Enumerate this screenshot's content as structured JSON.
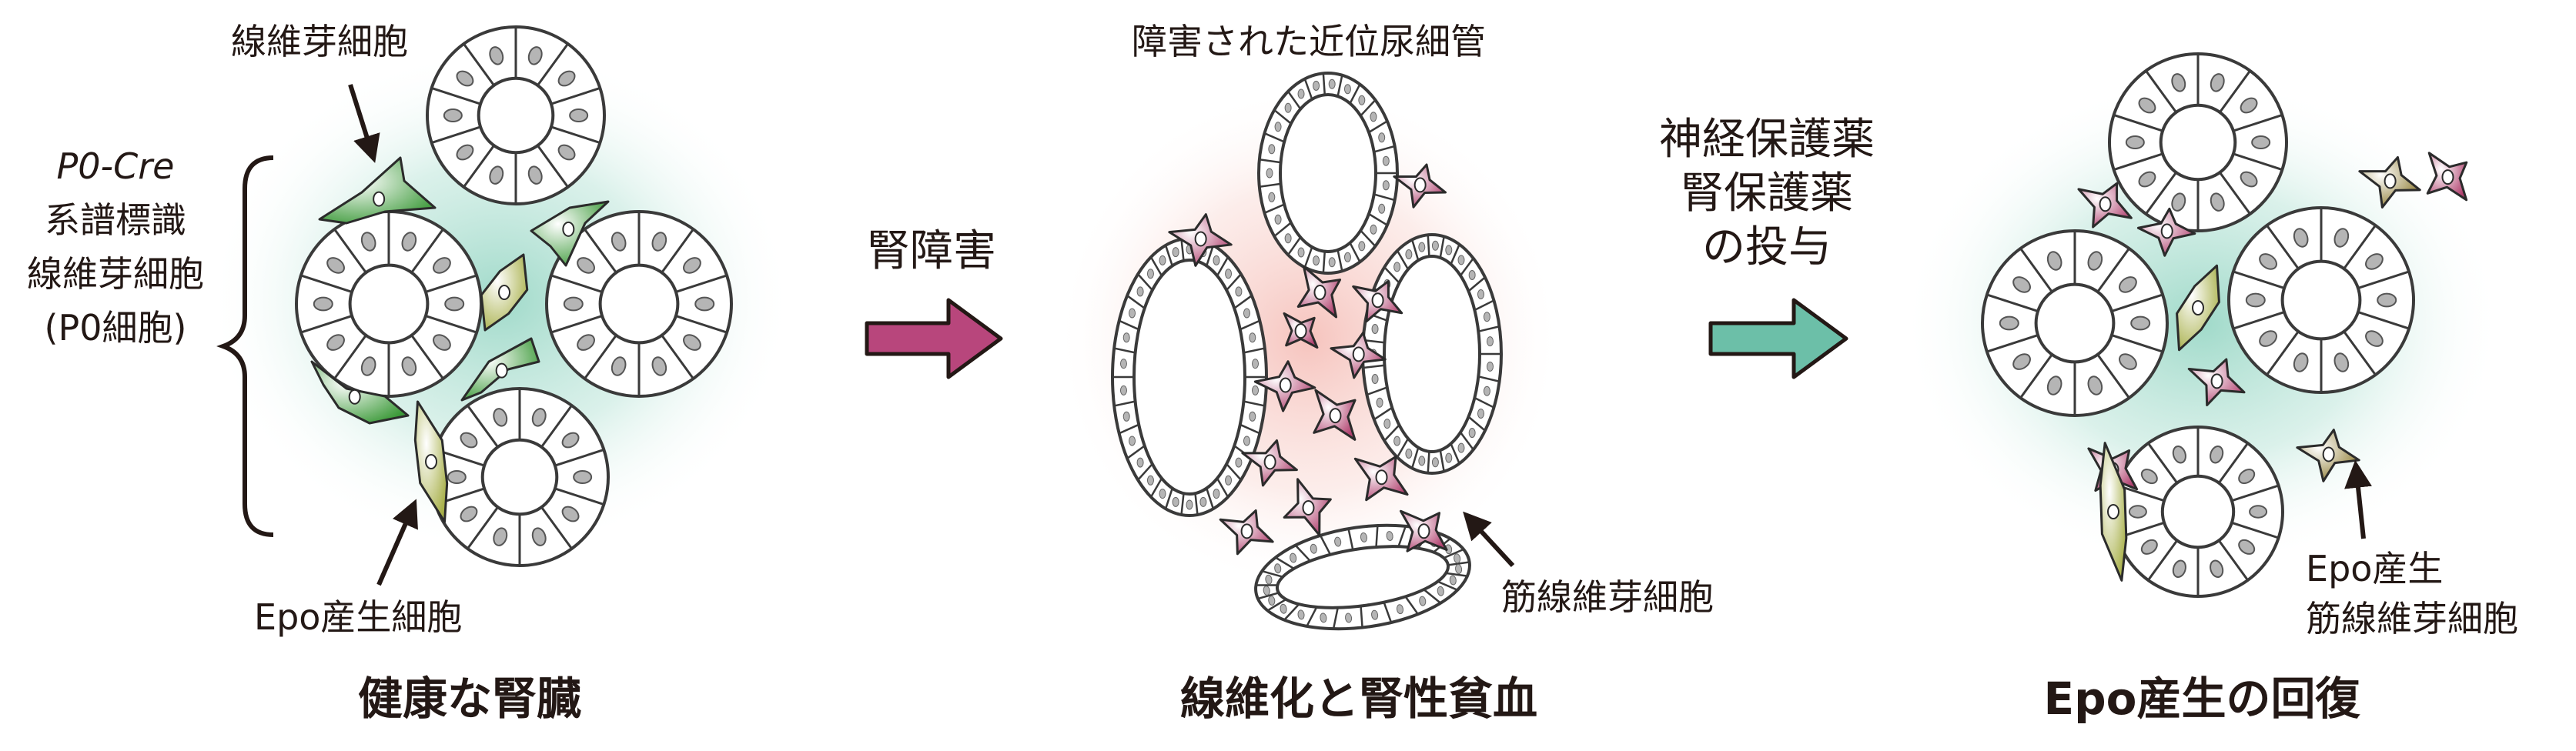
{
  "panel_healthy": {
    "fibroblast_label": "線維芽細胞",
    "bracket_line1": "P0-Cre",
    "bracket_line2": "系譜標識",
    "bracket_line3": "線維芽細胞",
    "bracket_line4": "(P0細胞)",
    "epo_cell_label": "Epo産生細胞",
    "title": "健康な腎臓"
  },
  "arrow_injury": {
    "label": "腎障害",
    "color": "#b8467c"
  },
  "panel_fibrosis": {
    "tubule_label": "障害された近位尿細管",
    "myofibroblast_label": "筋線維芽細胞",
    "title": "線維化と腎性貧血"
  },
  "arrow_treatment": {
    "line1": "神経保護薬",
    "line2": "腎保護薬",
    "line3": "の投与",
    "color": "#6cbfa8"
  },
  "panel_recovery": {
    "label_line1": "Epo産生",
    "label_line2": "筋線維芽細胞",
    "title": "Epo産生の回復"
  },
  "colors": {
    "green_cell": "#3d9a3a",
    "yellow_cell": "#a8b04a",
    "pink_cell": "#b0406e",
    "halo_teal": "#8fd3c0",
    "halo_pink": "#f3b0a8"
  }
}
